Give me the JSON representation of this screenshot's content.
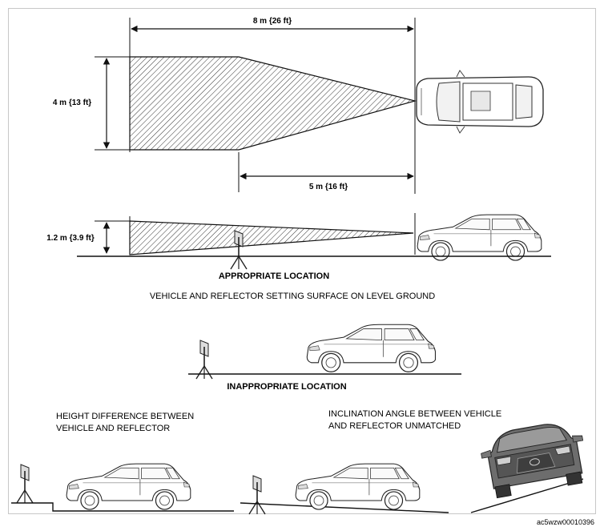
{
  "dimensions": {
    "total_length": "8 m {26 ft}",
    "width": "4 m {13 ft}",
    "partial_length": "5 m {16 ft}",
    "height": "1.2 m {3.9 ft}"
  },
  "sections": {
    "appropriate": {
      "title": "APPROPRIATE LOCATION",
      "caption": "VEHICLE AND REFLECTOR SETTING SURFACE ON LEVEL GROUND"
    },
    "inappropriate": {
      "title": "INAPPROPRIATE LOCATION",
      "case_height_line1": "HEIGHT DIFFERENCE BETWEEN",
      "case_height_line2": "VEHICLE AND REFLECTOR",
      "case_angle_line1": "INCLINATION ANGLE BETWEEN VEHICLE",
      "case_angle_line2": "AND REFLECTOR UNMATCHED"
    }
  },
  "figure_code": "ac5wzw00010396"
}
